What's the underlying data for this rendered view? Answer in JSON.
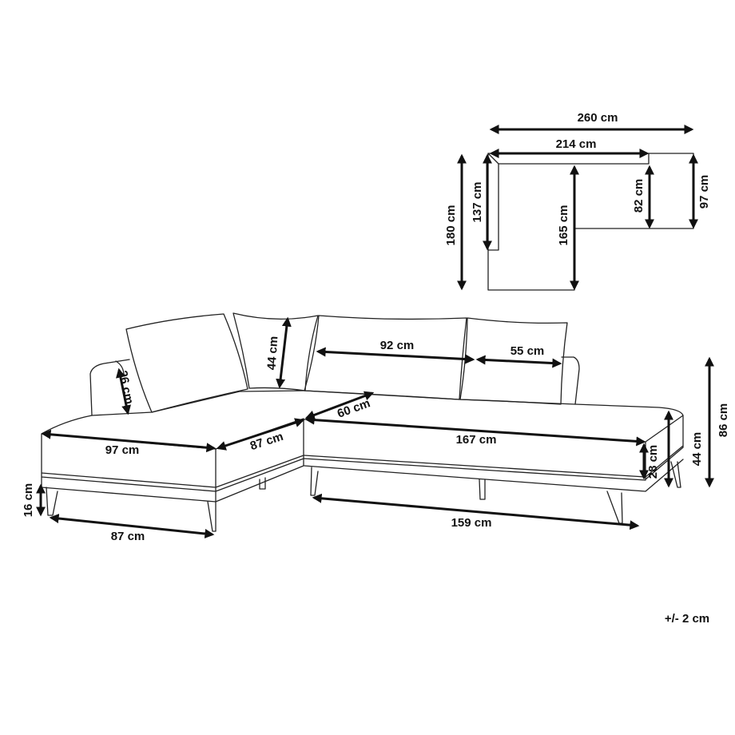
{
  "plan": {
    "width_total": "260 cm",
    "width_inner": "214 cm",
    "depth_total": "180 cm",
    "chaise_depth": "137 cm",
    "depth_at_seat": "165 cm",
    "seat_depth_inner": "82 cm",
    "seat_depth_total": "97 cm"
  },
  "sofa": {
    "armrest_height": "26 cm",
    "back_cushion_height": "44 cm",
    "cushion_width_large": "92 cm",
    "cushion_width_small": "55 cm",
    "seat_depth": "60 cm",
    "chaise_width": "97 cm",
    "chaise_length": "87 cm",
    "seat_width": "167 cm",
    "seat_thickness": "28 cm",
    "seat_height": "44 cm",
    "total_height": "86 cm",
    "leg_height": "16 cm",
    "chaise_leg_span": "87 cm",
    "leg_span": "159 cm"
  },
  "tolerance": "+/- 2 cm"
}
